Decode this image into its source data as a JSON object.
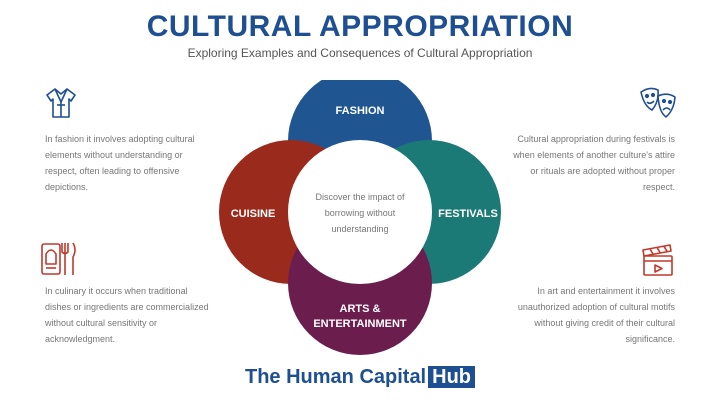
{
  "title": "CULTURAL APPROPRIATION",
  "subtitle": "Exploring Examples and Consequences of Cultural Appropriation",
  "colors": {
    "title": "#1e4f92",
    "fashion": "#1f5591",
    "cuisine": "#9a2a1c",
    "festivals": "#1c7a76",
    "arts": "#6b1e4e",
    "icon": "#1e4f92",
    "icon_accent": "#c0392b"
  },
  "diagram": {
    "center": [
      "Discover the impact of",
      "borrowing without",
      "understanding"
    ],
    "fashion": "FASHION",
    "cuisine": "CUISINE",
    "festivals": "FESTIVALS",
    "arts": [
      "ARTS &",
      "ENTERTAINMENT"
    ]
  },
  "descriptions": {
    "fashion": "In fashion it involves adopting cultural elements without understanding or respect, often leading to offensive depictions.",
    "cuisine": "In culinary it occurs when traditional dishes or ingredients are commercialized without cultural sensitivity or acknowledgment.",
    "festivals": "Cultural appropriation during festivals is when elements of another culture's attire or rituals are adopted without proper respect.",
    "arts": "In art and entertainment it involves unauthorized adoption of cultural motifs without giving credit of their cultural significance."
  },
  "icons": {
    "fashion": "kimono-icon",
    "cuisine": "kitchen-utensils-icon",
    "festivals": "theater-masks-icon",
    "arts": "clapperboard-icon"
  },
  "brand": {
    "main": "The Human Capital",
    "hub": "Hub"
  }
}
